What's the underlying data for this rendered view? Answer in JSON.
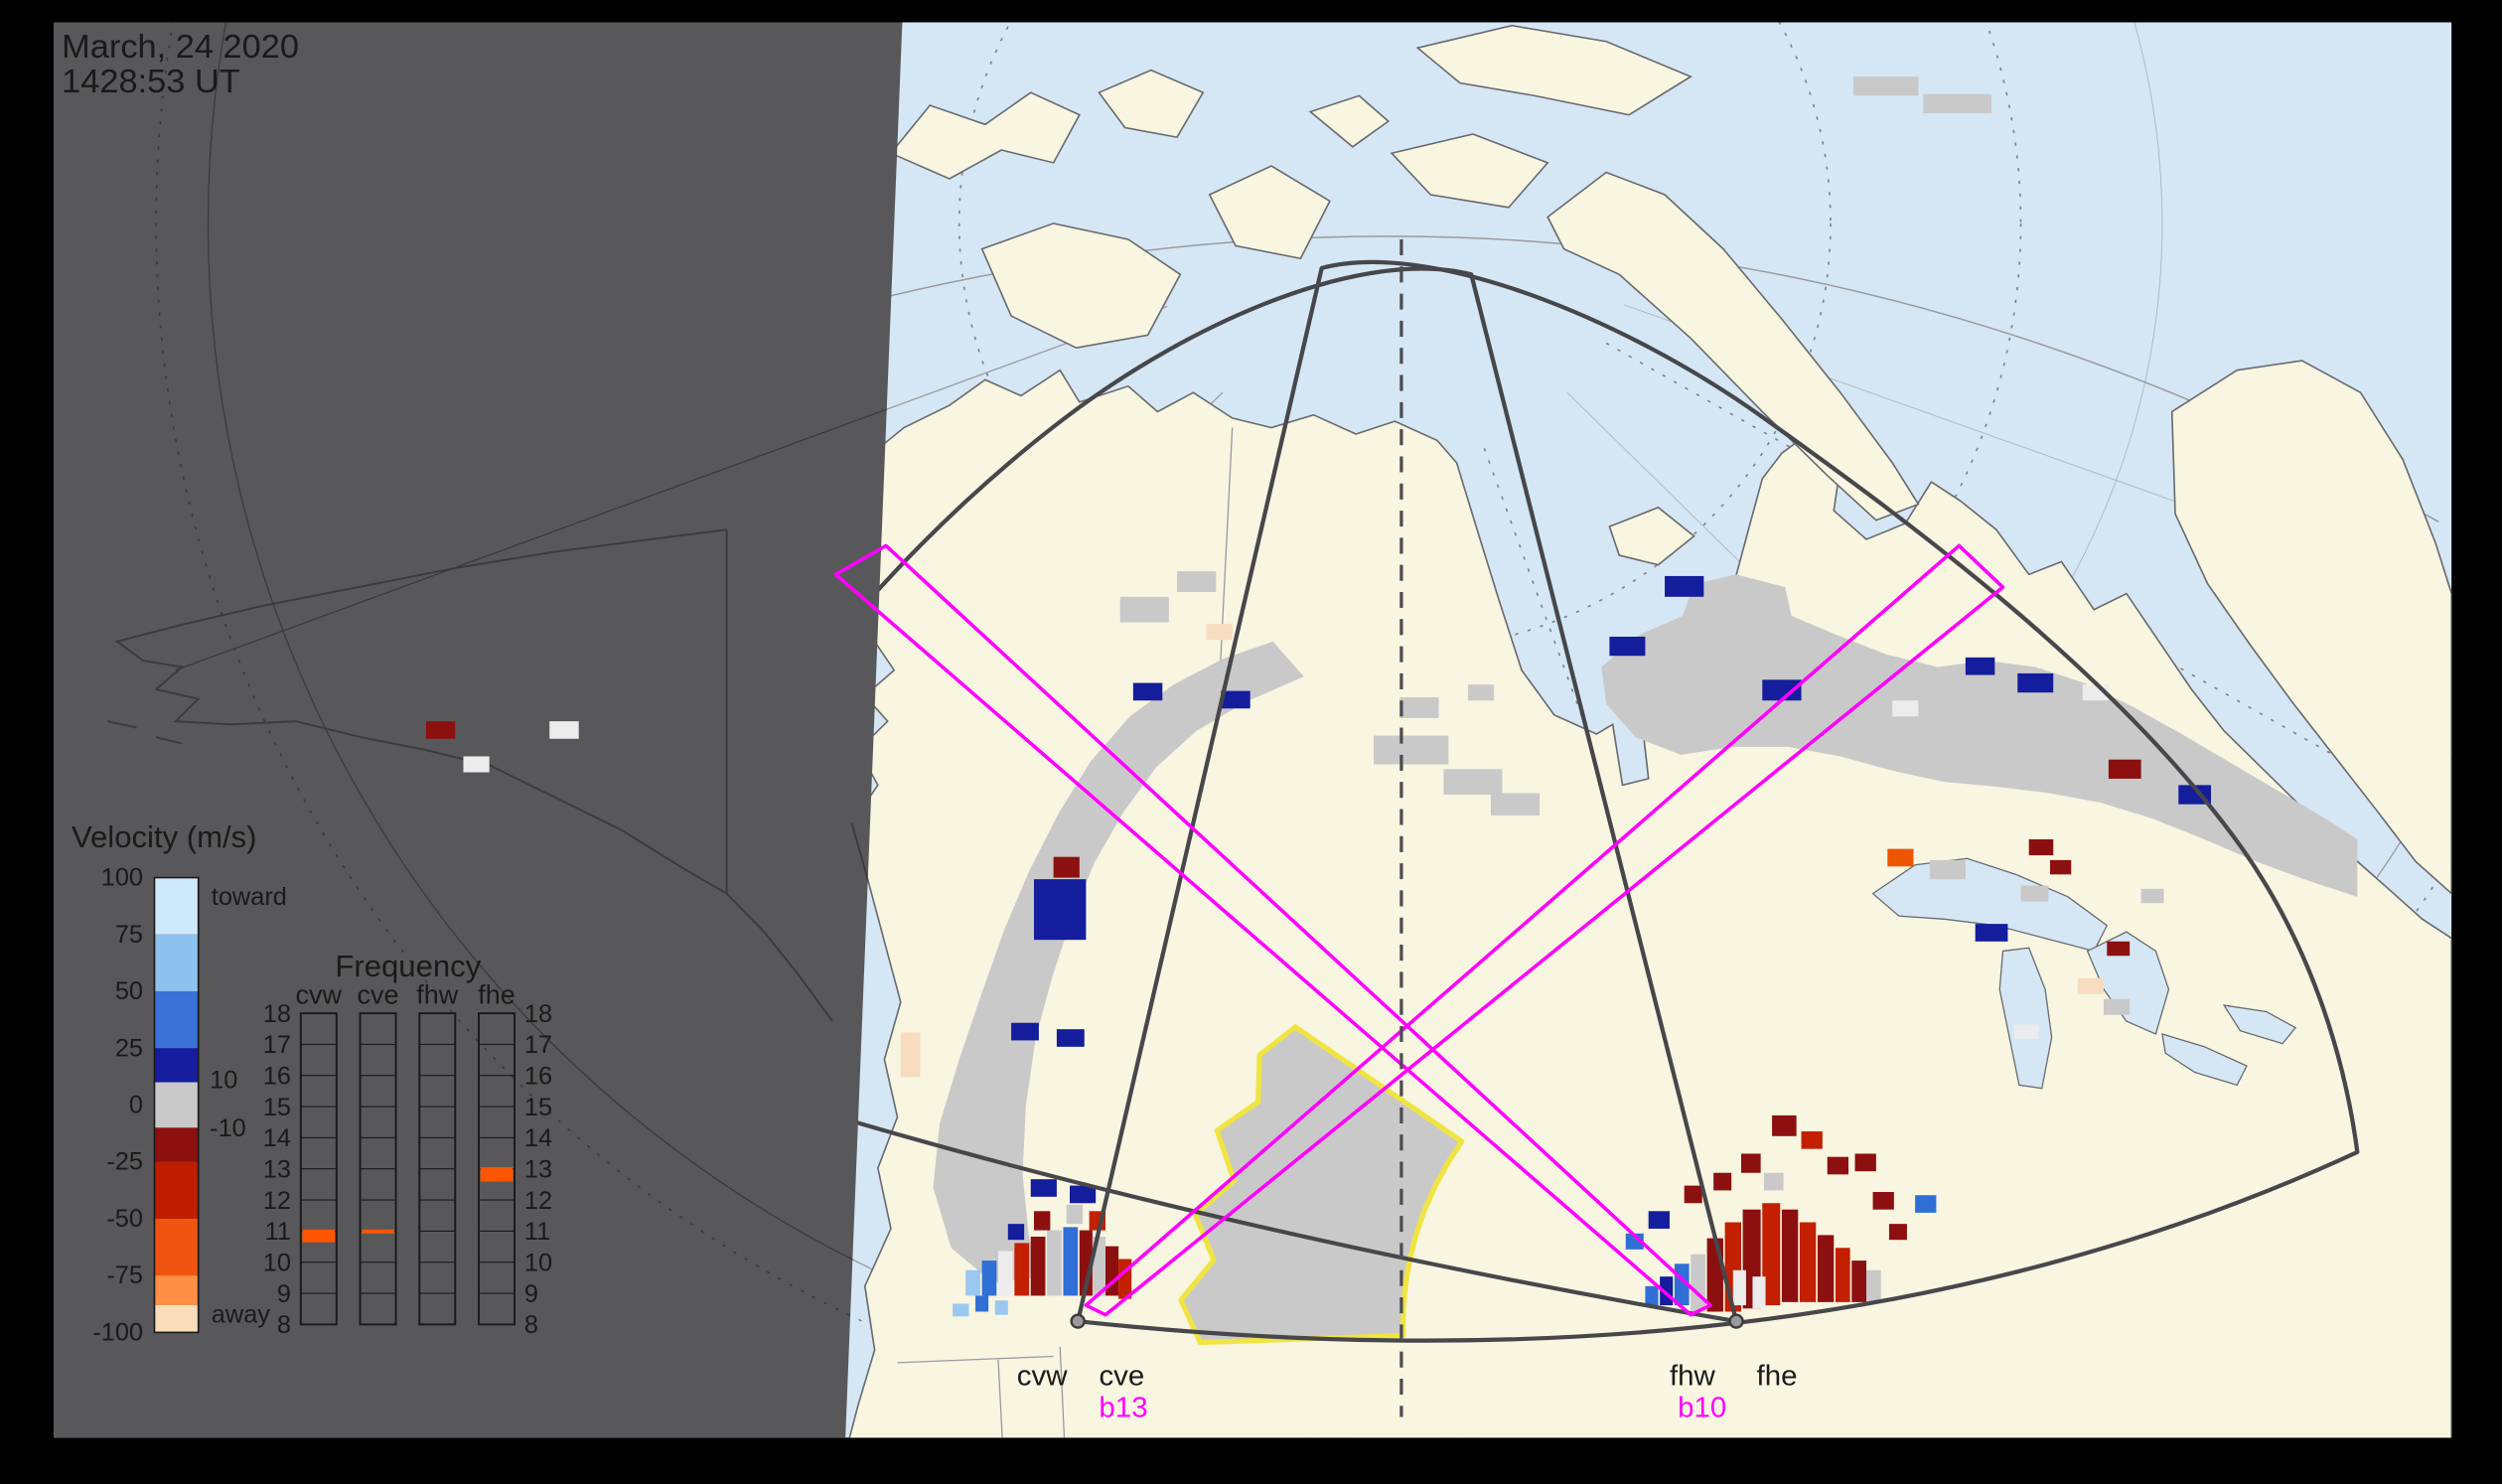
{
  "meta": {
    "date": "March, 24 2020",
    "time": "1428:53 UT"
  },
  "palette": {
    "g": "#c9c9c9",
    "lg": "#ececec",
    "n": "#141d9b",
    "b": "#2f6fd6",
    "lb": "#9ac8f0",
    "dr": "#8c1010",
    "r": "#c22000",
    "o": "#ee5500",
    "cr": "#f7dcc0"
  },
  "accents": {
    "magenta": "#ff00ff",
    "yellow": "#f0e442",
    "freq_mark": "#ff5500",
    "ocean": "#d5e7f4",
    "land": "#f8f5e0",
    "terminator": "#58585a"
  },
  "velocity_legend": {
    "title": "Velocity (m/s)",
    "toward": "toward",
    "away": "away",
    "pos_thresh": "10",
    "neg_thresh": "-10",
    "ticks": [
      100,
      75,
      50,
      25,
      0,
      -25,
      -50,
      -75,
      -100
    ],
    "segments": [
      {
        "from": 100,
        "to": 75,
        "color": "#cfe9fc"
      },
      {
        "from": 75,
        "to": 50,
        "color": "#8ec2ee"
      },
      {
        "from": 50,
        "to": 25,
        "color": "#3a72d8"
      },
      {
        "from": 25,
        "to": 10,
        "color": "#151d9e"
      },
      {
        "from": 10,
        "to": -10,
        "color": "#c9c9c9"
      },
      {
        "from": -10,
        "to": -25,
        "color": "#8c1010"
      },
      {
        "from": -25,
        "to": -50,
        "color": "#bd1e00"
      },
      {
        "from": -50,
        "to": -75,
        "color": "#ef5410"
      },
      {
        "from": -75,
        "to": -88,
        "color": "#ff9046"
      },
      {
        "from": -88,
        "to": -100,
        "color": "#fbdcb8"
      }
    ]
  },
  "frequency_panel": {
    "title": "Frequency",
    "radars": [
      "cvw",
      "cve",
      "fhw",
      "fhe"
    ],
    "scale_labels": [
      "18",
      "17",
      "16",
      "15",
      "14",
      "13",
      "12",
      "11",
      "10",
      "9",
      "8"
    ],
    "marks": [
      {
        "radar": "cvw",
        "freq": 11,
        "h": 8
      },
      {
        "radar": "cve",
        "freq": 11,
        "h": 2.5
      },
      {
        "radar": "fhe",
        "freq": 13,
        "h": 9
      }
    ],
    "mark_color": "#ff5500"
  },
  "sites": [
    {
      "labels": [
        "cvw",
        "cve"
      ],
      "beam": "b13"
    },
    {
      "labels": [
        "fhw",
        "fhe"
      ],
      "beam": "b10"
    }
  ],
  "map": {
    "lit_cells": [
      [
        1140,
        48,
        40,
        12,
        "g"
      ],
      [
        1183,
        59,
        42,
        12,
        "g"
      ],
      [
        689,
        374,
        30,
        16,
        "g"
      ],
      [
        724,
        358,
        24,
        13,
        "g"
      ],
      [
        742,
        391,
        16,
        10,
        "cr"
      ],
      [
        648,
        537,
        16,
        13,
        "dr"
      ],
      [
        636,
        551,
        32,
        38,
        "n"
      ],
      [
        622,
        641,
        17,
        11,
        "n"
      ],
      [
        650,
        645,
        17,
        11,
        "n"
      ],
      [
        634,
        739,
        16,
        11,
        "n"
      ],
      [
        658,
        743,
        16,
        11,
        "n"
      ],
      [
        697,
        428,
        18,
        11,
        "n"
      ],
      [
        751,
        433,
        18,
        11,
        "n"
      ],
      [
        554,
        647,
        12,
        28,
        "cr"
      ],
      [
        845,
        461,
        46,
        18,
        "g"
      ],
      [
        888,
        482,
        36,
        16,
        "g"
      ],
      [
        917,
        497,
        30,
        14,
        "g"
      ],
      [
        861,
        437,
        24,
        13,
        "g"
      ],
      [
        903,
        429,
        16,
        10,
        "g"
      ],
      [
        1024,
        361,
        24,
        13,
        "n"
      ],
      [
        990,
        399,
        22,
        12,
        "n"
      ],
      [
        1084,
        426,
        24,
        13,
        "n"
      ],
      [
        1209,
        412,
        18,
        11,
        "n"
      ],
      [
        1241,
        422,
        22,
        12,
        "n"
      ],
      [
        1297,
        476,
        20,
        12,
        "dr"
      ],
      [
        1340,
        492,
        20,
        12,
        "n"
      ],
      [
        1281,
        429,
        16,
        10,
        "lg"
      ],
      [
        1164,
        439,
        16,
        10,
        "lg"
      ],
      [
        1161,
        532,
        16,
        11,
        "o"
      ],
      [
        1187,
        539,
        22,
        12,
        "g"
      ],
      [
        1215,
        579,
        20,
        11,
        "n"
      ],
      [
        1248,
        526,
        15,
        10,
        "dr"
      ],
      [
        1261,
        539,
        13,
        9,
        "dr"
      ],
      [
        1243,
        555,
        17,
        10,
        "g"
      ],
      [
        1278,
        613,
        16,
        10,
        "cr"
      ],
      [
        1294,
        626,
        16,
        10,
        "g"
      ],
      [
        1296,
        590,
        14,
        9,
        "dr"
      ],
      [
        1239,
        642,
        15,
        9,
        "lg"
      ],
      [
        1317,
        557,
        14,
        9,
        "g"
      ],
      [
        594,
        796,
        9,
        16,
        "lb"
      ],
      [
        604,
        790,
        9,
        22,
        "b"
      ],
      [
        614,
        784,
        9,
        28,
        "lg"
      ],
      [
        624,
        779,
        9,
        33,
        "r"
      ],
      [
        634,
        775,
        9,
        37,
        "dr"
      ],
      [
        644,
        771,
        9,
        41,
        "g"
      ],
      [
        654,
        769,
        9,
        43,
        "b"
      ],
      [
        664,
        771,
        8,
        41,
        "dr"
      ],
      [
        672,
        775,
        8,
        37,
        "g"
      ],
      [
        680,
        781,
        8,
        31,
        "dr"
      ],
      [
        688,
        789,
        8,
        25,
        "r"
      ],
      [
        600,
        812,
        8,
        10,
        "b"
      ],
      [
        612,
        815,
        8,
        9,
        "lb"
      ],
      [
        636,
        759,
        10,
        12,
        "dr"
      ],
      [
        656,
        755,
        10,
        12,
        "g"
      ],
      [
        670,
        759,
        10,
        12,
        "r"
      ],
      [
        620,
        767,
        10,
        10,
        "n"
      ],
      [
        586,
        817,
        10,
        8,
        "lb"
      ],
      [
        1040,
        786,
        9,
        36,
        "g"
      ],
      [
        1050,
        776,
        10,
        46,
        "dr"
      ],
      [
        1061,
        766,
        10,
        56,
        "r"
      ],
      [
        1072,
        758,
        11,
        62,
        "dr"
      ],
      [
        1084,
        754,
        11,
        64,
        "r"
      ],
      [
        1096,
        758,
        10,
        58,
        "dr"
      ],
      [
        1107,
        766,
        10,
        50,
        "r"
      ],
      [
        1118,
        774,
        10,
        42,
        "dr"
      ],
      [
        1129,
        782,
        9,
        34,
        "r"
      ],
      [
        1139,
        790,
        9,
        26,
        "dr"
      ],
      [
        1148,
        796,
        9,
        20,
        "g"
      ],
      [
        1030,
        792,
        9,
        26,
        "b"
      ],
      [
        1021,
        800,
        8,
        18,
        "n"
      ],
      [
        1012,
        806,
        8,
        12,
        "b"
      ],
      [
        1090,
        699,
        15,
        13,
        "dr"
      ],
      [
        1108,
        709,
        13,
        11,
        "r"
      ],
      [
        1124,
        725,
        13,
        11,
        "dr"
      ],
      [
        1141,
        723,
        13,
        11,
        "dr"
      ],
      [
        1152,
        747,
        13,
        11,
        "dr"
      ],
      [
        1178,
        749,
        13,
        11,
        "b"
      ],
      [
        1162,
        767,
        11,
        10,
        "dr"
      ],
      [
        1014,
        759,
        13,
        11,
        "n"
      ],
      [
        1000,
        773,
        11,
        10,
        "b"
      ],
      [
        1036,
        743,
        11,
        11,
        "dr"
      ],
      [
        1054,
        735,
        11,
        11,
        "dr"
      ],
      [
        1071,
        723,
        12,
        12,
        "dr"
      ],
      [
        1085,
        735,
        12,
        11,
        "g"
      ],
      [
        1066,
        796,
        8,
        22,
        "lg"
      ],
      [
        1078,
        800,
        8,
        20,
        "lg"
      ]
    ],
    "dark_cells": [
      [
        262,
        452,
        18,
        11,
        "dr"
      ],
      [
        285,
        474,
        16,
        10,
        "lg"
      ],
      [
        338,
        452,
        18,
        11,
        "lg"
      ]
    ]
  }
}
